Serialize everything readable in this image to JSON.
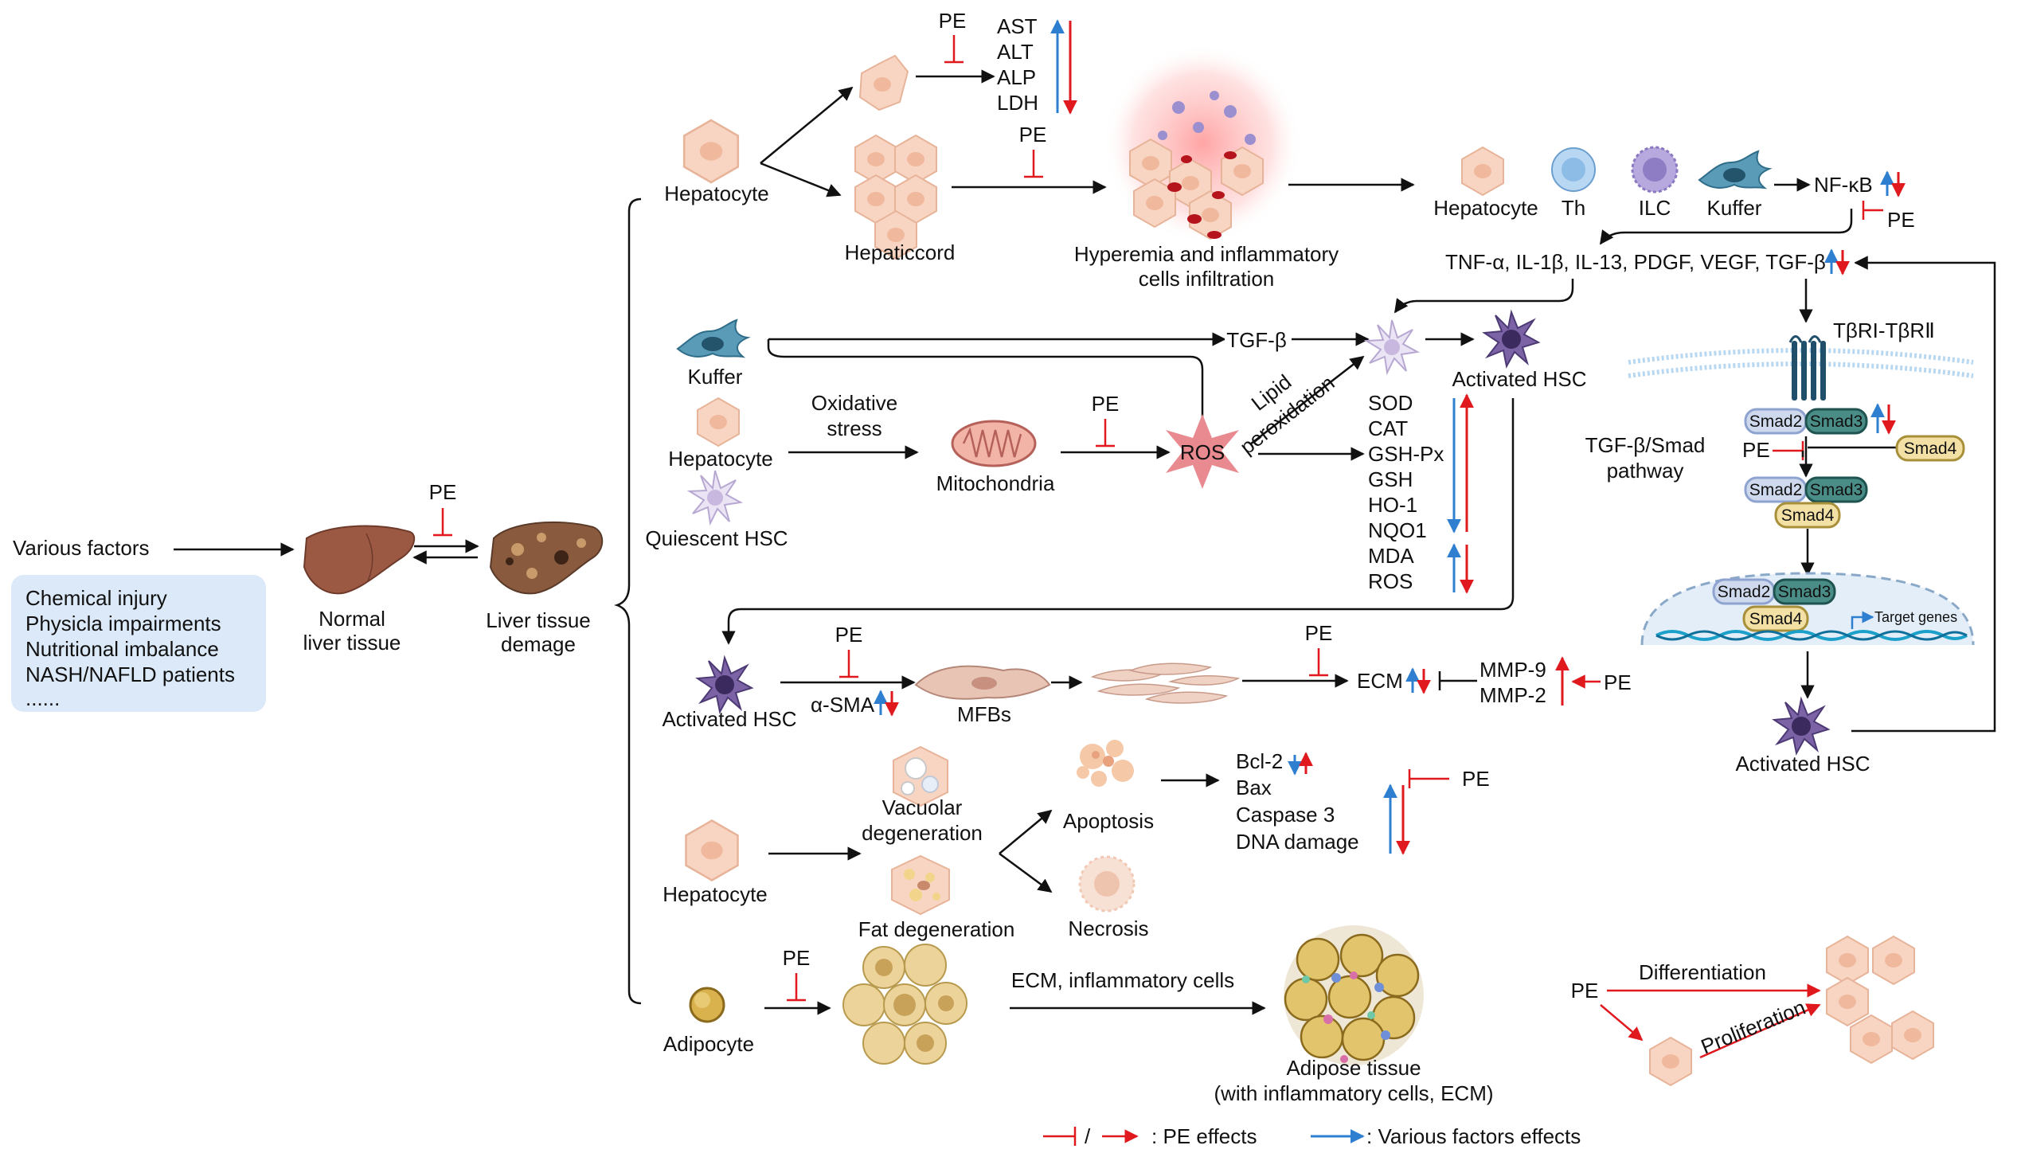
{
  "colors": {
    "pe_effect": "#e0191f",
    "various_factors_effect": "#2f7fd0",
    "factor_box_bg": "#dbe9f8",
    "hepatocyte": "#f8d5c2",
    "hsc": "#6f5a98",
    "kuffer": "#3c7896",
    "ros": "#e88a8f",
    "smad2": "#cfd9ee",
    "smad3": "#2d6f6c",
    "smad4": "#e6cf80"
  },
  "icons": [
    "hepatocyte-icon",
    "liver-icon",
    "damaged-liver-icon",
    "kuffer-cell-icon",
    "hsc-icon",
    "th-cell-icon",
    "ilc-icon",
    "mitochondria-icon",
    "ros-star-icon",
    "mfb-icon",
    "adipocyte-icon",
    "receptor-icon",
    "dna-icon"
  ],
  "labels": {
    "various_factors": "Various factors",
    "factors_list": [
      "Chemical injury",
      "Physicla impairments",
      "Nutritional imbalance",
      "NASH/NAFLD patients",
      "......"
    ],
    "pe": "PE",
    "normal_liver": [
      "Normal",
      "liver tissue"
    ],
    "liver_damage": [
      "Liver tissue",
      "demage"
    ],
    "hepatocyte": "Hepatocyte",
    "hepaticcord": "Hepaticcord",
    "enzymes": [
      "AST",
      "ALT",
      "ALP",
      "LDH"
    ],
    "hyperemia": [
      "Hyperemia and inflammatory",
      "cells infiltration"
    ],
    "immune_cells": [
      "Hepatocyte",
      "Th",
      "ILC",
      "Kuffer"
    ],
    "nfkb": "NF-κB",
    "cytokines": "TNF-α, IL-1β, IL-13, PDGF, VEGF, TGF-β",
    "kuffer": "Kuffer",
    "oxidative_stress": [
      "Oxidative",
      "stress"
    ],
    "mitochondria": "Mitochondria",
    "ros": "ROS",
    "quiescent_hsc": "Quiescent HSC",
    "tgfb": "TGF-β",
    "lipid_peroxidation": [
      "Lipid",
      "peroxidation"
    ],
    "activated_hsc": "Activated HSC",
    "antioxidants": [
      "SOD",
      "CAT",
      "GSH-Px",
      "GSH",
      "HO-1",
      "NQO1",
      "MDA",
      "ROS"
    ],
    "receptor": "TβRI-TβRⅡ",
    "pathway": [
      "TGF-β/Smad",
      "pathway"
    ],
    "smad2": "Smad2",
    "smad3": "Smad3",
    "smad4": "Smad4",
    "target_genes": "Target genes",
    "asma": "α-SMA",
    "mfbs": "MFBs",
    "ecm": "ECM",
    "mmp": [
      "MMP-9",
      "MMP-2"
    ],
    "vacuolar": [
      "Vacuolar",
      "degeneration"
    ],
    "fat_degeneration": "Fat degeneration",
    "apoptosis": "Apoptosis",
    "necrosis": "Necrosis",
    "apoptosis_markers": [
      "Bcl-2",
      "Bax",
      "Caspase 3",
      "DNA damage"
    ],
    "adipocyte": "Adipocyte",
    "ecm_inflammatory": "ECM, inflammatory cells",
    "adipose_tissue": [
      "Adipose tissue",
      "(with inflammatory cells, ECM)"
    ],
    "differentiation": "Differentiation",
    "proliferation": "Proliferation",
    "legend_slash": "/",
    "legend_pe": ":  PE effects",
    "legend_various": ":  Various factors effects"
  }
}
